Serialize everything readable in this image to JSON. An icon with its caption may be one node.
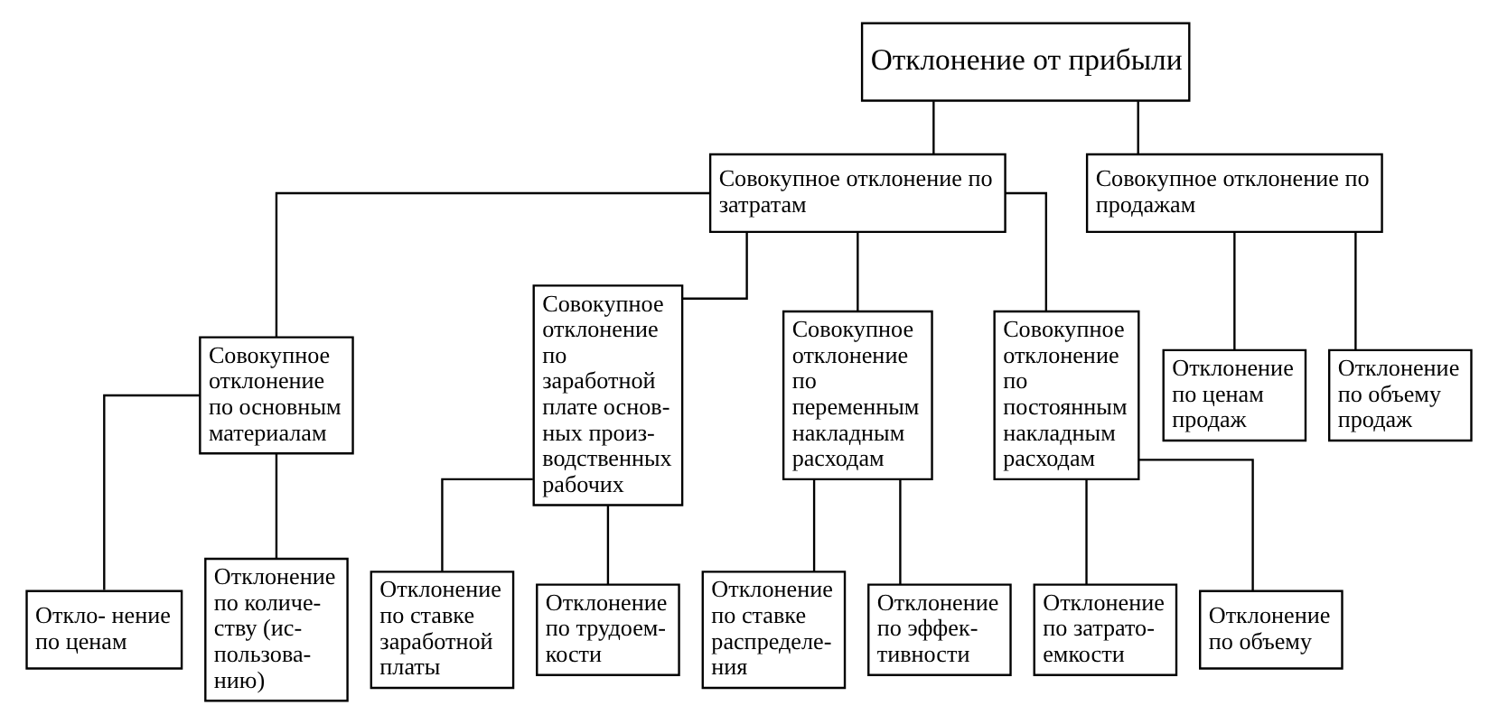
{
  "diagram": {
    "nodes": [
      {
        "text": [
          "Отклонение от прибыли"
        ]
      },
      {
        "text": [
          "Совокупное отклонение по затратам"
        ]
      },
      {
        "text": [
          "Совокупное отклонение по продажам"
        ]
      },
      {
        "text": [
          "Совокупное отклонение по основным материалам"
        ]
      },
      {
        "text": [
          "Совокупное отклонение по заработной плате основ- ных произ- водственных рабочих"
        ]
      },
      {
        "text": [
          "Совокупное отклонение по переменным накладным расходам"
        ]
      },
      {
        "text": [
          "Совокупное отклонение по постоянным накладным расходам"
        ]
      },
      {
        "text": [
          "Отклонение по ценам продаж"
        ]
      },
      {
        "text": [
          "Отклонение по объему продаж"
        ]
      },
      {
        "text": [
          "Откло- нение по ценам"
        ]
      },
      {
        "text": [
          "Отклонение по количе- ству (ис- пользова- нию)"
        ]
      },
      {
        "text": [
          "Отклонение по ставке заработной платы"
        ]
      },
      {
        "text": [
          "Отклонение по трудоем- кости"
        ]
      },
      {
        "text": [
          "Отклонение по ставке распределе- ния"
        ]
      },
      {
        "text": [
          "Отклонение по эффек- тивности"
        ]
      },
      {
        "text": [
          "Отклонение по затрато- емкости"
        ]
      },
      {
        "text": [
          "Отклонение по объему"
        ]
      }
    ],
    "edges": [
      {
        "from": 0,
        "to": 1,
        "arrow": "none"
      },
      {
        "from": 0,
        "to": 2,
        "arrow": "none"
      },
      {
        "from": 1,
        "to": 3,
        "arrow": "none"
      },
      {
        "from": 1,
        "to": 4,
        "arrow": "none"
      },
      {
        "from": 1,
        "to": 5,
        "arrow": "none"
      },
      {
        "from": 1,
        "to": 6,
        "arrow": "none"
      },
      {
        "from": 2,
        "to": 7,
        "arrow": "none"
      },
      {
        "from": 2,
        "to": 8,
        "arrow": "none"
      },
      {
        "from": 3,
        "to": 9,
        "arrow": "none"
      },
      {
        "from": 3,
        "to": 10,
        "arrow": "none"
      },
      {
        "from": 4,
        "to": 11,
        "arrow": "none"
      },
      {
        "from": 4,
        "to": 12,
        "arrow": "none"
      },
      {
        "from": 5,
        "to": 13,
        "arrow": "none"
      },
      {
        "from": 5,
        "to": 14,
        "arrow": "none"
      },
      {
        "from": 6,
        "to": 15,
        "arrow": "none"
      },
      {
        "from": 6,
        "to": 16,
        "arrow": "none"
      }
    ]
  }
}
